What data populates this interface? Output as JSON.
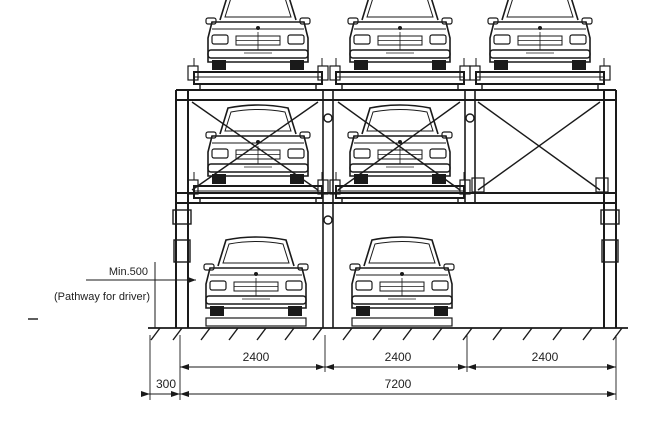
{
  "annotation": {
    "clearance_label": "Min.500",
    "pathway_label": "(Pathway for driver)"
  },
  "dimensions": {
    "bay_1": "2400",
    "bay_2": "2400",
    "bay_3": "2400",
    "offset": "300",
    "total": "7200"
  },
  "levels": {
    "top_cars": 3,
    "middle_cars": 2,
    "ground_cars": 2
  }
}
